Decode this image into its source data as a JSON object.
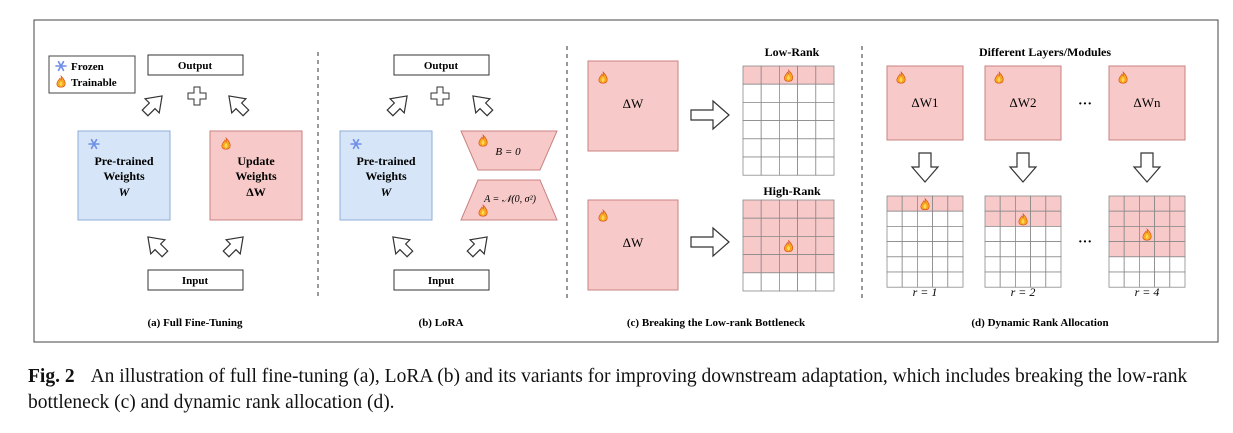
{
  "legend": {
    "frozen": "Frozen",
    "trainable": "Trainable"
  },
  "panel_a": {
    "output": "Output",
    "input": "Input",
    "pretrained": [
      "Pre-trained",
      "Weights",
      "W"
    ],
    "update": [
      "Update",
      "Weights",
      "ΔW"
    ],
    "caption": "(a) Full Fine-Tuning"
  },
  "panel_b": {
    "output": "Output",
    "input": "Input",
    "pretrained": [
      "Pre-trained",
      "Weights",
      "W"
    ],
    "b_label": "B = 0",
    "a_label": "A = 𝒩(0, σ²)",
    "caption": "(b) LoRA"
  },
  "panel_c": {
    "low_rank_title": "Low-Rank",
    "high_rank_title": "High-Rank",
    "delta": "ΔW",
    "caption": "(c) Breaking the Low-rank Bottleneck"
  },
  "panel_d": {
    "title": "Different Layers/Modules",
    "weights": [
      "ΔW1",
      "ΔW2",
      "ΔWn"
    ],
    "ellipsis": "···",
    "ranks": [
      "r = 1",
      "r = 2",
      "r = 4"
    ],
    "caption": "(d) Dynamic Rank Allocation"
  },
  "caption": {
    "fig": "Fig. 2",
    "text": "An illustration of full fine-tuning (a), LoRA (b) and its variants for improving downstream adaptation, which includes breaking the low-rank bottleneck (c) and dynamic rank allocation (d)."
  },
  "colors": {
    "pink": "#f7c9c9",
    "pink_stroke": "#c98282",
    "blue": "#d6e6f8",
    "blue_stroke": "#8faed6",
    "snow": "#6f8fe8",
    "fire": "#f5a623",
    "fire_core": "#ffd84d",
    "grid_line": "#8a8a8a"
  }
}
